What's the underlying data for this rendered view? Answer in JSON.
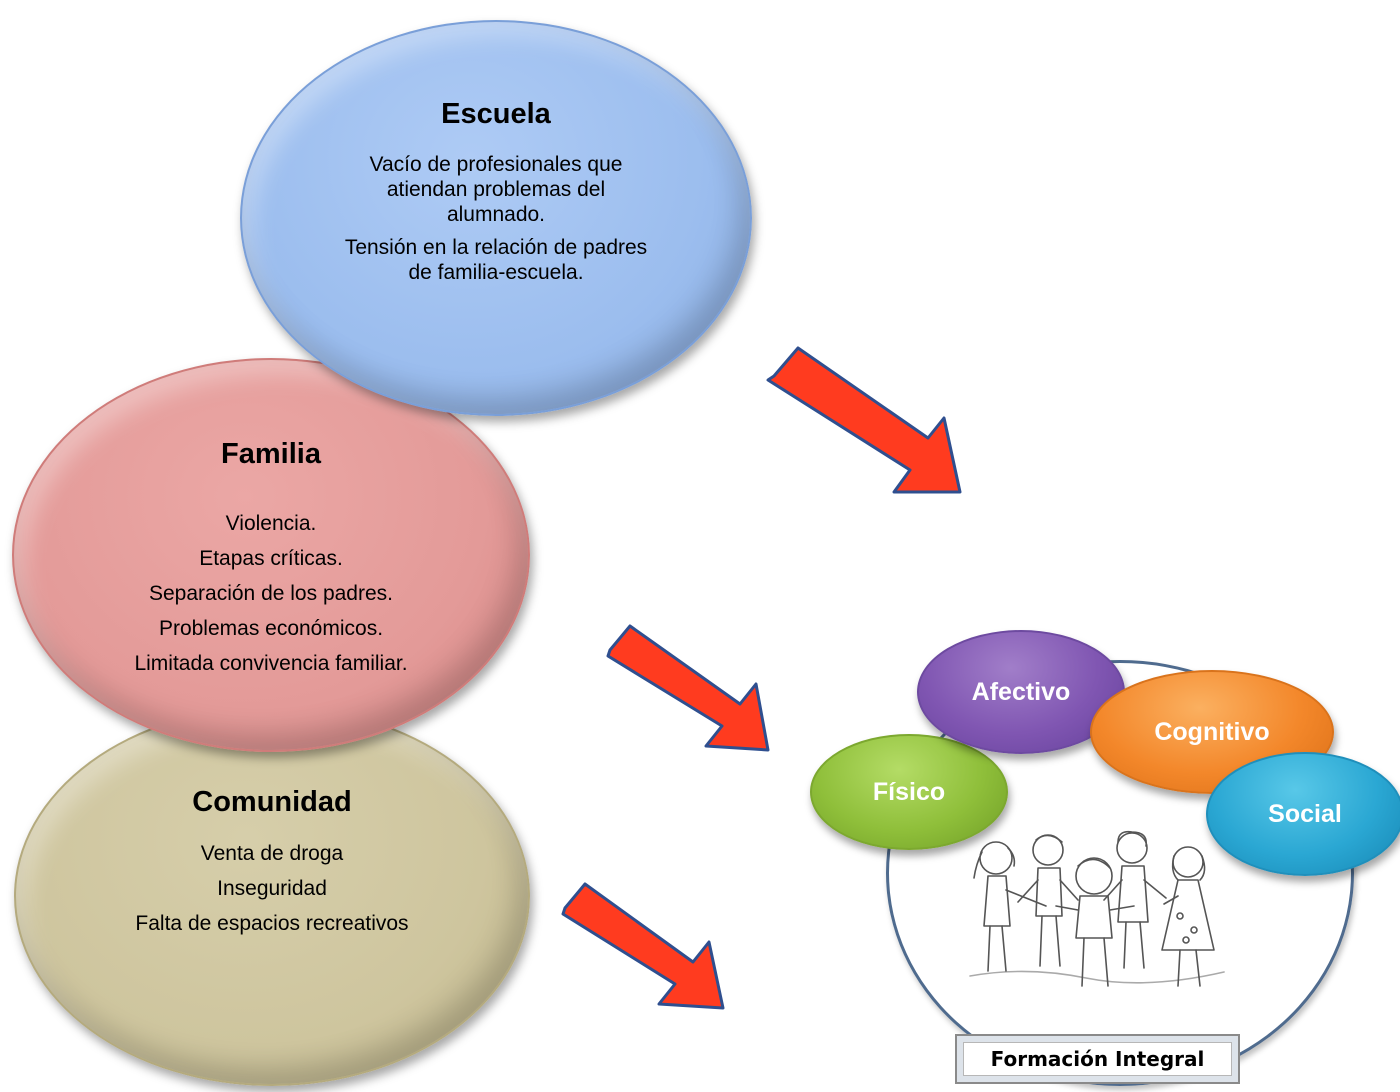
{
  "escuela": {
    "title": "Escuela",
    "lines": [
      "Vacío de profesionales que atiendan problemas del alumnado.",
      "Tensión en la relación de padres de familia-escuela."
    ]
  },
  "familia": {
    "title": "Familia",
    "lines": [
      "Violencia.",
      "Etapas críticas.",
      "Separación de los padres.",
      "Problemas económicos.",
      "Limitada convivencia familiar."
    ]
  },
  "comunidad": {
    "title": "Comunidad",
    "lines": [
      "Venta de droga",
      "Inseguridad",
      "Falta de espacios recreativos"
    ]
  },
  "formacion": {
    "dimensions": {
      "fisico": "Físico",
      "afectivo": "Afectivo",
      "cognitivo": "Cognitivo",
      "social": "Social"
    },
    "label": "Formación Integral",
    "illustration": "children-holding-hands-in-circle"
  },
  "colors": {
    "escuela": "#9bbdee",
    "familia": "#e39a98",
    "comunidad": "#cec59e",
    "arrow": "#ff3b1f",
    "arrow_border": "#2f4f8f",
    "fisico": "#8fbf3a",
    "afectivo": "#8056b2",
    "cognitivo": "#f3872a",
    "social": "#2aa7d3"
  }
}
